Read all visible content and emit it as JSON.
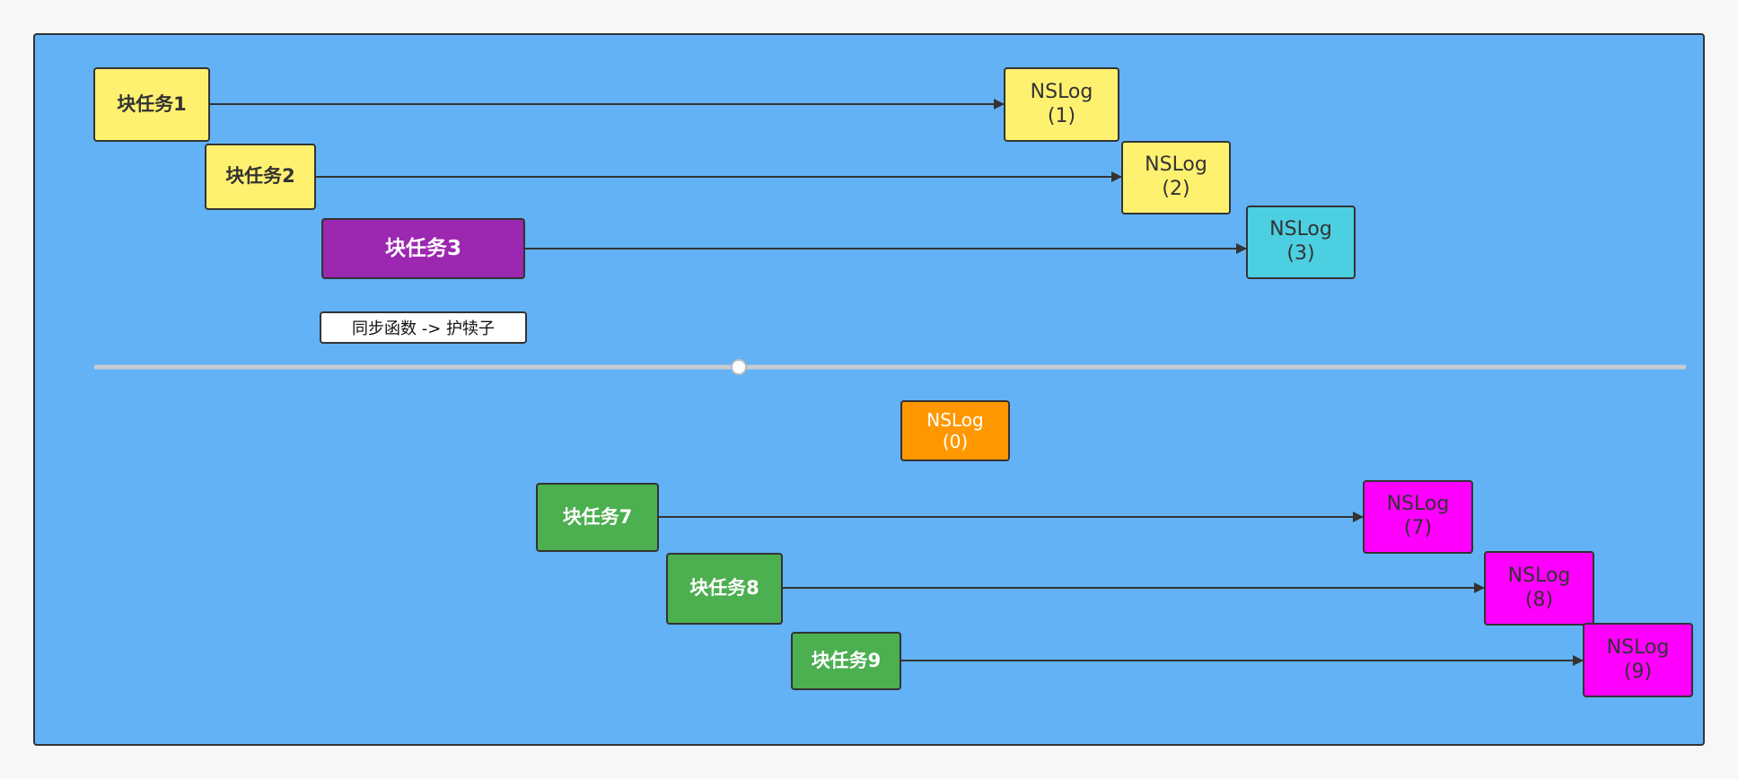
{
  "tasks": {
    "t1": "块任务1",
    "t2": "块任务2",
    "t3": "块任务3",
    "t7": "块任务7",
    "t8": "块任务8",
    "t9": "块任务9"
  },
  "logs": {
    "l1": "NSLog\n(1)",
    "l2": "NSLog\n(2)",
    "l3": "NSLog\n(3)",
    "l0": "NSLog\n(0)",
    "l7": "NSLog\n(7)",
    "l8": "NSLog\n(8)",
    "l9": "NSLog\n(9)"
  },
  "note": "同步函数 -> 护犊子",
  "colors": {
    "background": "#62b2f5",
    "yellow": "#fff170",
    "purple": "#9c27b0",
    "cyan": "#4cd0e1",
    "orange": "#ff9800",
    "green": "#4caf50",
    "magenta": "#ff00ff"
  }
}
